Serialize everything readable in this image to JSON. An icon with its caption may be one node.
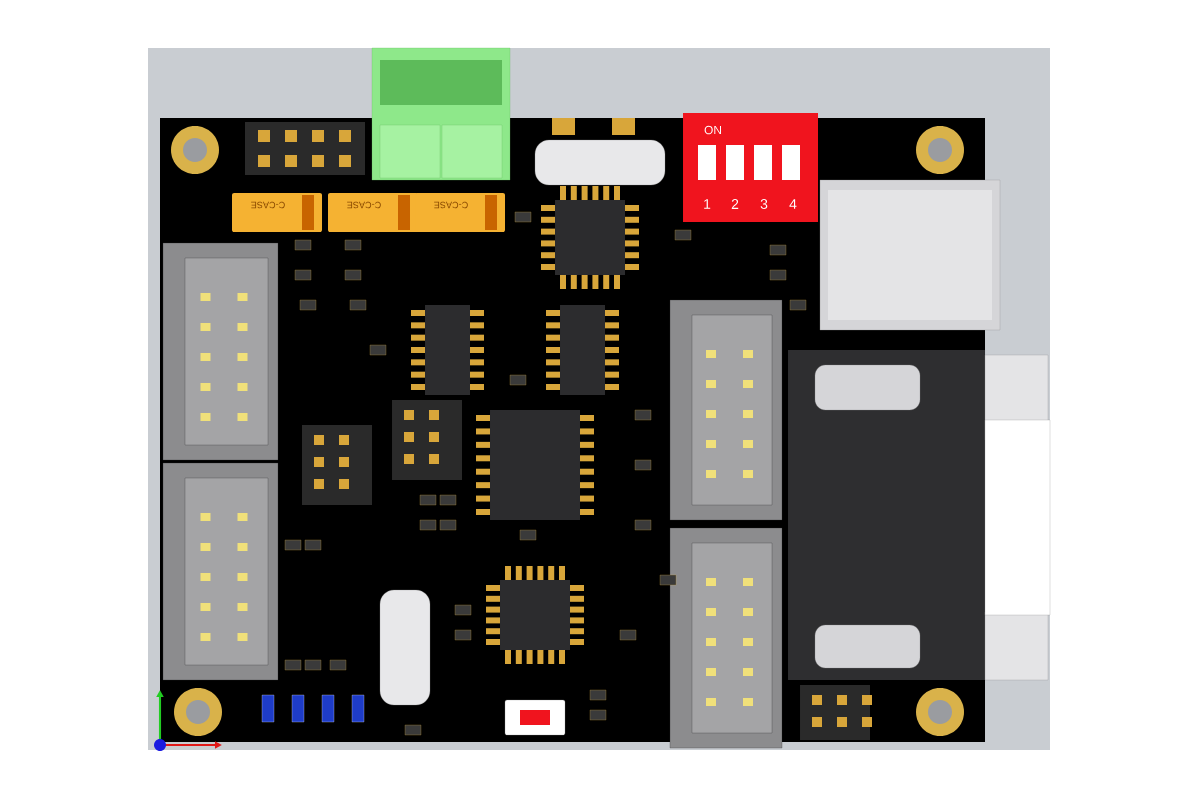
{
  "diagram": {
    "labels": [
      "C-CASE",
      "C-CASE",
      "C-CASE",
      "ON",
      "1",
      "2",
      "3",
      "4"
    ]
  }
}
